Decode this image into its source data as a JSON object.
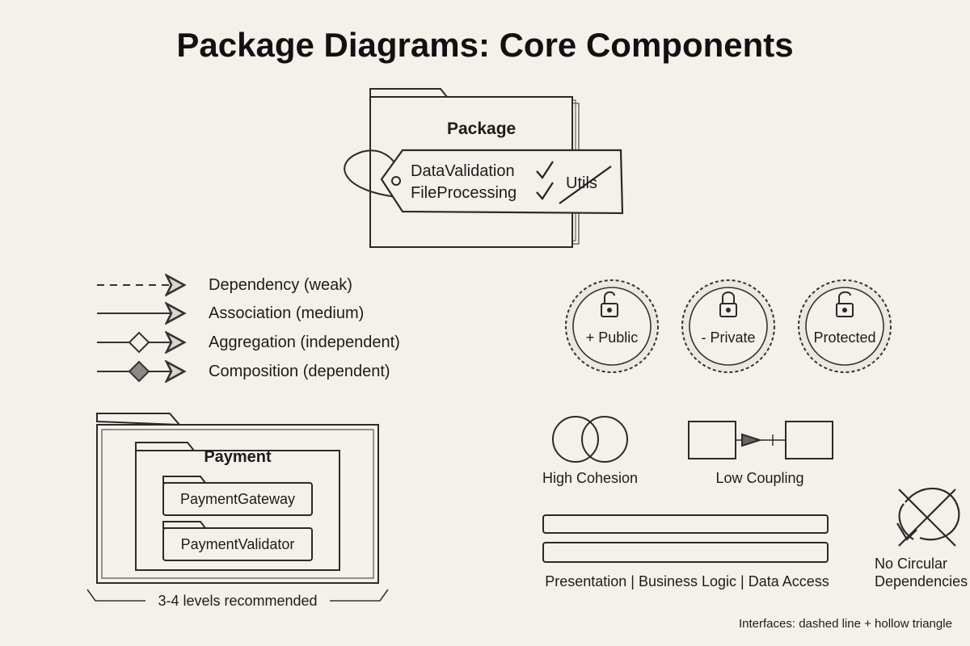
{
  "title": "Package Diagrams: Core Components",
  "package": {
    "label": "Package",
    "tag_items": [
      "DataValidation",
      "FileProcessing"
    ],
    "rejected_item": "Utils"
  },
  "relationships": [
    {
      "label": "Dependency (weak)",
      "style": "dashed-arrow"
    },
    {
      "label": "Association (medium)",
      "style": "solid-arrow"
    },
    {
      "label": "Aggregation (independent)",
      "style": "hollow-diamond-arrow"
    },
    {
      "label": "Composition (dependent)",
      "style": "filled-diamond-arrow"
    }
  ],
  "visibility": [
    {
      "label": "+ Public",
      "icon": "unlocked-padlock-icon"
    },
    {
      "label": "- Private",
      "icon": "locked-padlock-icon"
    },
    {
      "label": "Protected",
      "icon": "half-locked-padlock-icon"
    }
  ],
  "nesting": {
    "package": "Payment",
    "children": [
      "PaymentGateway",
      "PaymentValidator"
    ],
    "caption": "3-4 levels recommended"
  },
  "principles": {
    "cohesion": "High Cohesion",
    "coupling": "Low Coupling",
    "layers": "Presentation | Business Logic | Data Access",
    "circular_line1": "No Circular",
    "circular_line2": "Dependencies"
  },
  "footnote": "Interfaces: dashed line + hollow triangle"
}
